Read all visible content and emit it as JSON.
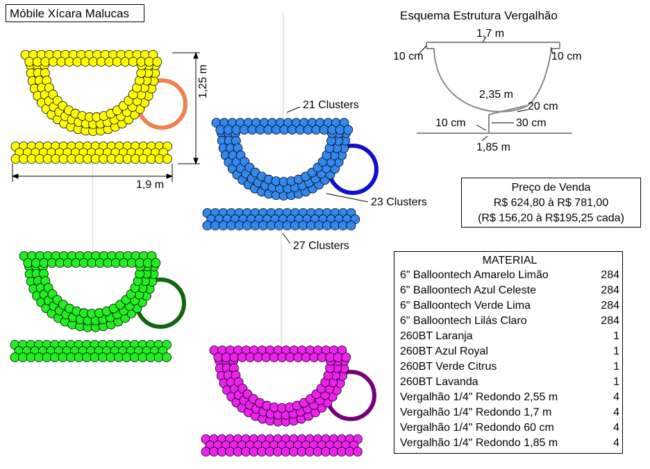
{
  "title": "Móbile Xícara Malucas",
  "dimensions": {
    "height": "1,25 m",
    "width": "1,9 m"
  },
  "clusters": {
    "top": "21 Clusters",
    "cup": "23 Clusters",
    "saucer": "27 Clusters"
  },
  "schema": {
    "title": "Esquema Estrutura Vergalhão",
    "top_bar": "1,7 m",
    "left_hook": "10 cm",
    "right_hook": "10 cm",
    "arc": "2,35 m",
    "connector": "20 cm",
    "stem_left": "10 cm",
    "stem_right": "30 cm",
    "bottom_bar": "1,85 m"
  },
  "price": {
    "title": "Preço de Venda",
    "range": "R$ 624,80 à R$ 781,00",
    "each": "(R$ 156,20 à R$195,25 cada)"
  },
  "material": {
    "title": "MATERIAL",
    "items": [
      {
        "name": "6\" Balloontech Amarelo Limão",
        "qty": "284"
      },
      {
        "name": "6\" Balloontech Azul Celeste",
        "qty": "284"
      },
      {
        "name": "6\" Balloontech Verde Lima",
        "qty": "284"
      },
      {
        "name": "6\" Balloontech Lilás Claro",
        "qty": "284"
      },
      {
        "name": "260BT Laranja",
        "qty": "1"
      },
      {
        "name": "260BT Azul Royal",
        "qty": "1"
      },
      {
        "name": "260BT Verde Citrus",
        "qty": "1"
      },
      {
        "name": "260BT Lavanda",
        "qty": "1"
      },
      {
        "name": "Vergalhão 1/4\" Redondo 2,55 m",
        "qty": "4"
      },
      {
        "name": "Vergalhão 1/4\" Redondo 1,7 m",
        "qty": "4"
      },
      {
        "name": "Vergalhão 1/4\" Redondo 60 cm",
        "qty": "4"
      },
      {
        "name": "Vergalhão 1/4\" Redondo 1,85 m",
        "qty": "4"
      }
    ]
  },
  "cups": [
    {
      "name": "yellow",
      "balloon": "#ffff00",
      "handle": "#f08050"
    },
    {
      "name": "blue",
      "balloon": "#3388ee",
      "handle": "#1010cc"
    },
    {
      "name": "green",
      "balloon": "#22ee22",
      "handle": "#116611"
    },
    {
      "name": "magenta",
      "balloon": "#ee22ee",
      "handle": "#770077"
    }
  ]
}
